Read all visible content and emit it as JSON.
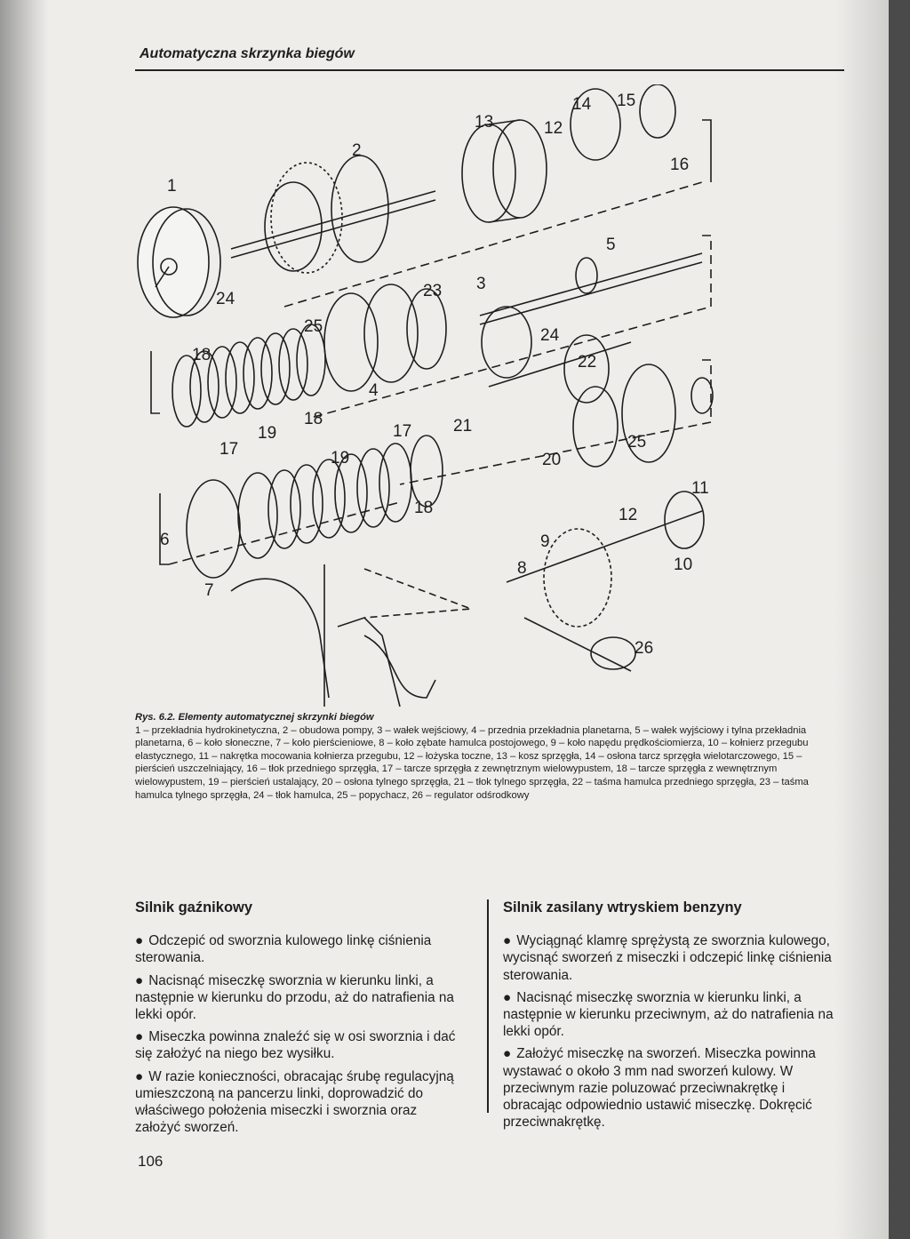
{
  "header": {
    "running_title": "Automatyczna skrzynka biegów"
  },
  "figure": {
    "callouts": [
      "1",
      "2",
      "3",
      "4",
      "5",
      "6",
      "7",
      "8",
      "9",
      "10",
      "11",
      "12",
      "12",
      "13",
      "14",
      "15",
      "16",
      "17",
      "17",
      "18",
      "18",
      "18",
      "19",
      "19",
      "20",
      "21",
      "22",
      "23",
      "24",
      "24",
      "25",
      "25",
      "26"
    ]
  },
  "caption": {
    "title": "Rys. 6.2. Elementy automatycznej skrzynki biegów",
    "text": "1 – przekładnia hydrokinetyczna, 2 – obudowa pompy, 3 – wałek wejściowy, 4 – przednia przekładnia planetarna, 5 – wałek wyjściowy i tylna przekładnia planetarna, 6 – koło słoneczne, 7 – koło pierścieniowe, 8 – koło zębate hamulca postojowego, 9 – koło napędu prędkościomierza, 10 – kołnierz przegubu elastycznego, 11 – nakrętka mocowania kołnierza przegubu, 12 – łożyska toczne, 13 – kosz sprzęgła, 14 – osłona tarcz sprzęgła wielotarczowego, 15 – pierścień uszczelniający, 16 – tłok przedniego sprzęgła, 17 – tarcze sprzęgła z zewnętrznym wielowypustem, 18 – tarcze sprzęgła z wewnętrznym wielowypustem, 19 – pierścień ustalający, 20 – osłona tylnego sprzęgła, 21 – tłok tylnego sprzęgła, 22 – taśma hamulca przedniego sprzęgła, 23 – taśma hamulca tylnego sprzęgła, 24 – tłok hamulca, 25 – popychacz, 26 – regulator odśrodkowy"
  },
  "left_column": {
    "heading": "Silnik gaźnikowy",
    "items": [
      "Odczepić od sworznia kulowego linkę ciśnienia sterowania.",
      "Nacisnąć miseczkę sworznia w kierunku linki, a następnie w kierunku do przodu, aż do natrafienia na lekki opór.",
      "Miseczka powinna znaleźć się w osi sworznia i dać się założyć na niego bez wysiłku.",
      "W razie konieczności, obracając śrubę regulacyjną umieszczoną na pancerzu linki, doprowadzić do właściwego położenia miseczki i sworznia oraz założyć sworzeń."
    ]
  },
  "right_column": {
    "heading": "Silnik zasilany wtryskiem benzyny",
    "items": [
      "Wyciągnąć klamrę sprężystą ze sworznia kulowego, wycisnąć sworzeń z miseczki i odczepić linkę ciśnienia sterowania.",
      "Nacisnąć miseczkę sworznia w kierunku linki, a następnie w kierunku przeciwnym, aż do natrafienia na lekki opór.",
      "Założyć miseczkę na sworzeń. Miseczka powinna wystawać o około 3 mm nad sworzeń kulowy. W przeciwnym razie poluzować przeciwnakrętkę i obracając odpowiednio ustawić miseczkę. Dokręcić przeciwnakrętkę."
    ]
  },
  "footer": {
    "page_number": "106"
  }
}
